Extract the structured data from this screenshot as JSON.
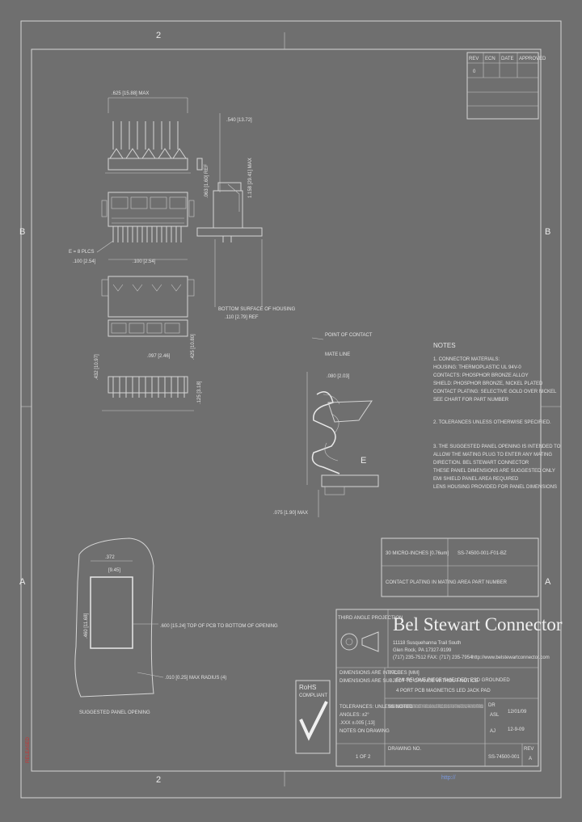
{
  "zone_labels": {
    "top": "2",
    "bottom": "2",
    "left_upper": "B",
    "left_lower": "A",
    "right_upper": "B",
    "right_lower": "A"
  },
  "revision_table": {
    "headers": [
      "REV",
      "ECN",
      "DATE",
      "APPROVED"
    ],
    "rows": [
      [
        "0",
        "",
        "",
        ""
      ]
    ]
  },
  "dimensions": {
    "top_width": ".625 [15.88] MAX",
    "height_label": ".540 [13.72]",
    "side_total": "1.158 [29.41] MAX",
    "side_pcb": ".063 [1.60] REF",
    "side_tail": ".110 [2.79] REF",
    "pin_pitch": ".100 [2.54]",
    "e_count": "E = 8 PLCS",
    "tail_label": ".100 [2.54]",
    "bottom_surface": "BOTTOM SURFACE OF HOUSING",
    "mid_height": ".097 [2.46]",
    "pos_label": ".125 [3.18]",
    "left_overall": ".432 [10.97]",
    "right_overall": ".425 [10.80]",
    "contact_point": "POINT OF CONTACT",
    "contact_point2": "MATE LINE",
    "contact_dim": ".080 [2.03]",
    "contact_bottom": ".075 [1.90] MAX",
    "contact_e_label": "E"
  },
  "notes": {
    "title": "NOTES",
    "lines": [
      "1. CONNECTOR MATERIALS:",
      "   HOUSING: THERMOPLASTIC UL 94V-0",
      "   CONTACTS: PHOSPHOR BRONZE ALLOY",
      "   SHIELD: PHOSPHOR BRONZE, NICKEL PLATED",
      "   CONTACT PLATING: SELECTIVE GOLD OVER NICKEL",
      "   SEE CHART FOR PART NUMBER",
      "",
      "2. TOLERANCES UNLESS OTHERWISE SPECIFIED.",
      "",
      "3. THE SUGGESTED PANEL OPENING IS INTENDED TO",
      "   ALLOW THE MATING PLUG TO ENTER ANY MATING",
      "   DIRECTION. BEL STEWART CONNECTOR",
      "   THESE PANEL DIMENSIONS ARE SUGGESTED ONLY",
      "   EMI SHIELD PANEL AREA REQUIRED",
      "   LENS HOUSING PROVIDED FOR PANEL DIMENSIONS"
    ]
  },
  "panel": {
    "dim_top": ".372",
    "dim_top2": "[9.45]",
    "dim_left": ".460 [11.68]",
    "dim_bottom_opening": ".600 [15.24] TOP OF PCB TO BOTTOM OF OPENING",
    "dim_radius": ".010 [0.25] MAX RADIUS (4)",
    "caption": "SUGGESTED PANEL OPENING"
  },
  "part_table": {
    "row1_left": "30 MICRO-INCHES [0.76um]",
    "row1_right": "SS-74500-001-F01-BZ",
    "row2_left": "CONTACT PLATING IN MATING AREA",
    "row2_right": "PART NUMBER"
  },
  "title_block": {
    "projection": "THIRD ANGLE PROJECTION",
    "company": "Bel Stewart Connector",
    "address1": "11118 Susquehanna Trail South",
    "address2": "Glen Rock, PA 17327-9199",
    "phone": "(717) 235-7512   FAX: (717) 235-7954",
    "web": "http://www.belstewartconnector.com",
    "rohs": "RoHS",
    "rohs_sub": "COMPLIANT",
    "tol_label": "DIMENSIONS ARE IN INCHES [MM]",
    "tol_sub": "DIMENSIONS ARE SUBJECT TO CHANGE WITHOUT NOTICE",
    "tol_rows": [
      "TOLERANCES: UNLESS NOTED",
      "ANGLES: ±2°",
      ".XXX ±.005 [.13]",
      "NOTES ON DRAWING"
    ],
    "title_label": "TITLE",
    "title_line1": "EMI-RFI ONE PIECE SHIELDED, ESD GROUNDED",
    "title_line2": "4 PORT PCB MAGNETICS  LED JACK PAD",
    "proprietary": "THIS DRAWING AND THE DESIGN IT COVERS ARE THE PROPERTY OF BEL STEWART CONNECTOR. THEY ARE MERELY LOANED AND SHALL NOT BE REPRODUCED, COPIED OR USED AS THE BASIS FOR THE MANUFACTURE OR SALE OF APPARATUS WITHOUT WRITTEN PERMISSION.",
    "drawn_label": "DR",
    "drawn_value": "ASL",
    "date1": "12/01/09",
    "chk_value": "AJ",
    "date2": "12-9-09",
    "sheet": "1 OF 2",
    "dwg_no": "DRAWING NO.",
    "dwg_value": "SS-74500-001",
    "rev": "REV",
    "rev_value": "A"
  },
  "footer_mark": "http://",
  "side_stamp": "RELEASED"
}
